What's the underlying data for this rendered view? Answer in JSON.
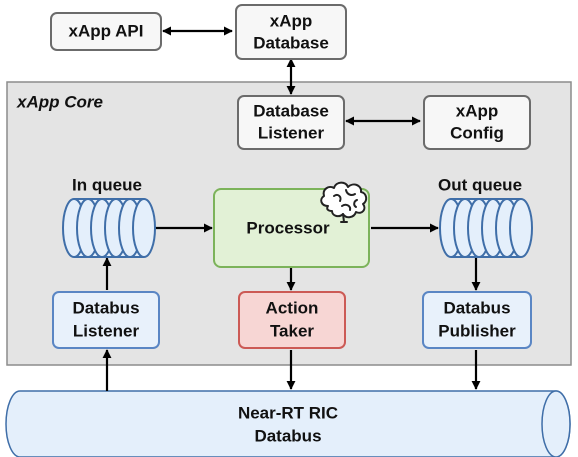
{
  "core": {
    "title": "xApp Core"
  },
  "nodes": {
    "xapp_api": {
      "label": "xApp API"
    },
    "xapp_database": {
      "lines": [
        "xApp",
        "Database"
      ]
    },
    "database_listener": {
      "lines": [
        "Database",
        "Listener"
      ]
    },
    "xapp_config": {
      "lines": [
        "xApp",
        "Config"
      ]
    },
    "in_queue": {
      "label": "In queue"
    },
    "out_queue": {
      "label": "Out queue"
    },
    "processor": {
      "label": "Processor",
      "icon": "brain-icon"
    },
    "databus_listener": {
      "lines": [
        "Databus",
        "Listener"
      ]
    },
    "action_taker": {
      "lines": [
        "Action",
        "Taker"
      ]
    },
    "databus_publisher": {
      "lines": [
        "Databus",
        "Publisher"
      ]
    },
    "databus": {
      "lines": [
        "Near-RT RIC",
        "Databus"
      ]
    }
  },
  "edges": [
    {
      "from": "xapp_api",
      "to": "xapp_database",
      "direction": "both"
    },
    {
      "from": "xapp_database",
      "to": "database_listener",
      "direction": "both"
    },
    {
      "from": "database_listener",
      "to": "xapp_config",
      "direction": "both"
    },
    {
      "from": "in_queue",
      "to": "processor",
      "direction": "forward"
    },
    {
      "from": "processor",
      "to": "out_queue",
      "direction": "forward"
    },
    {
      "from": "databus_listener",
      "to": "in_queue",
      "direction": "forward"
    },
    {
      "from": "processor",
      "to": "action_taker",
      "direction": "forward"
    },
    {
      "from": "out_queue",
      "to": "databus_publisher",
      "direction": "forward"
    },
    {
      "from": "databus",
      "to": "databus_listener",
      "direction": "forward"
    },
    {
      "from": "action_taker",
      "to": "databus",
      "direction": "forward"
    },
    {
      "from": "databus_publisher",
      "to": "databus",
      "direction": "forward"
    }
  ],
  "colors": {
    "core_fill": "#e4e4e4",
    "core_stroke": "#8c8c8c",
    "box_fill": "#f7f7f7",
    "box_stroke": "#6b6b6b",
    "blue_fill": "#e8f1fb",
    "blue_stroke": "#5a86c4",
    "green_fill": "#e2f1d6",
    "green_stroke": "#7cb35a",
    "red_fill": "#f7d6d4",
    "red_stroke": "#cc5a55",
    "queue_fill": "#e4effb",
    "queue_stroke": "#3f6ea8",
    "arrow": "#000000"
  }
}
